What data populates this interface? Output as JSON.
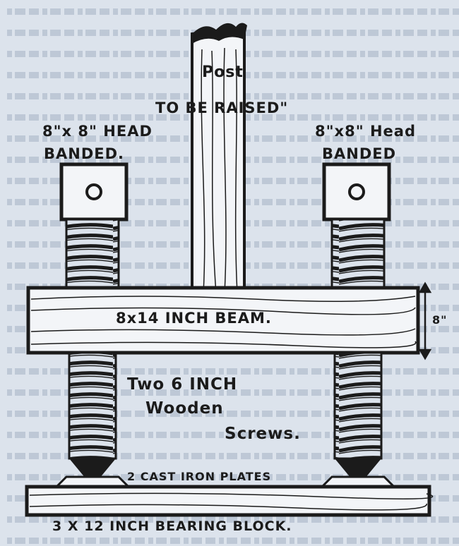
{
  "labels": {
    "post": "Post",
    "to_be_raised": "TO BE RAISED\"",
    "head_left_1": "8\"x 8\" HEAD",
    "head_left_2": "BANDED.",
    "head_right_1": "8\"x8\" Head",
    "head_right_2": "BANDED",
    "beam": "8x14 INCH BEAM.",
    "beam_dim": "8\"",
    "screws_1": "Two 6 INCH",
    "screws_2": "Wooden",
    "screws_3": "Screws.",
    "plates": "2 CAST IRON PLATES",
    "block": "3 X 12 INCH BEARING BLOCK."
  },
  "colors": {
    "ink": "#1b1b1b",
    "paper": "#dce3ec"
  }
}
